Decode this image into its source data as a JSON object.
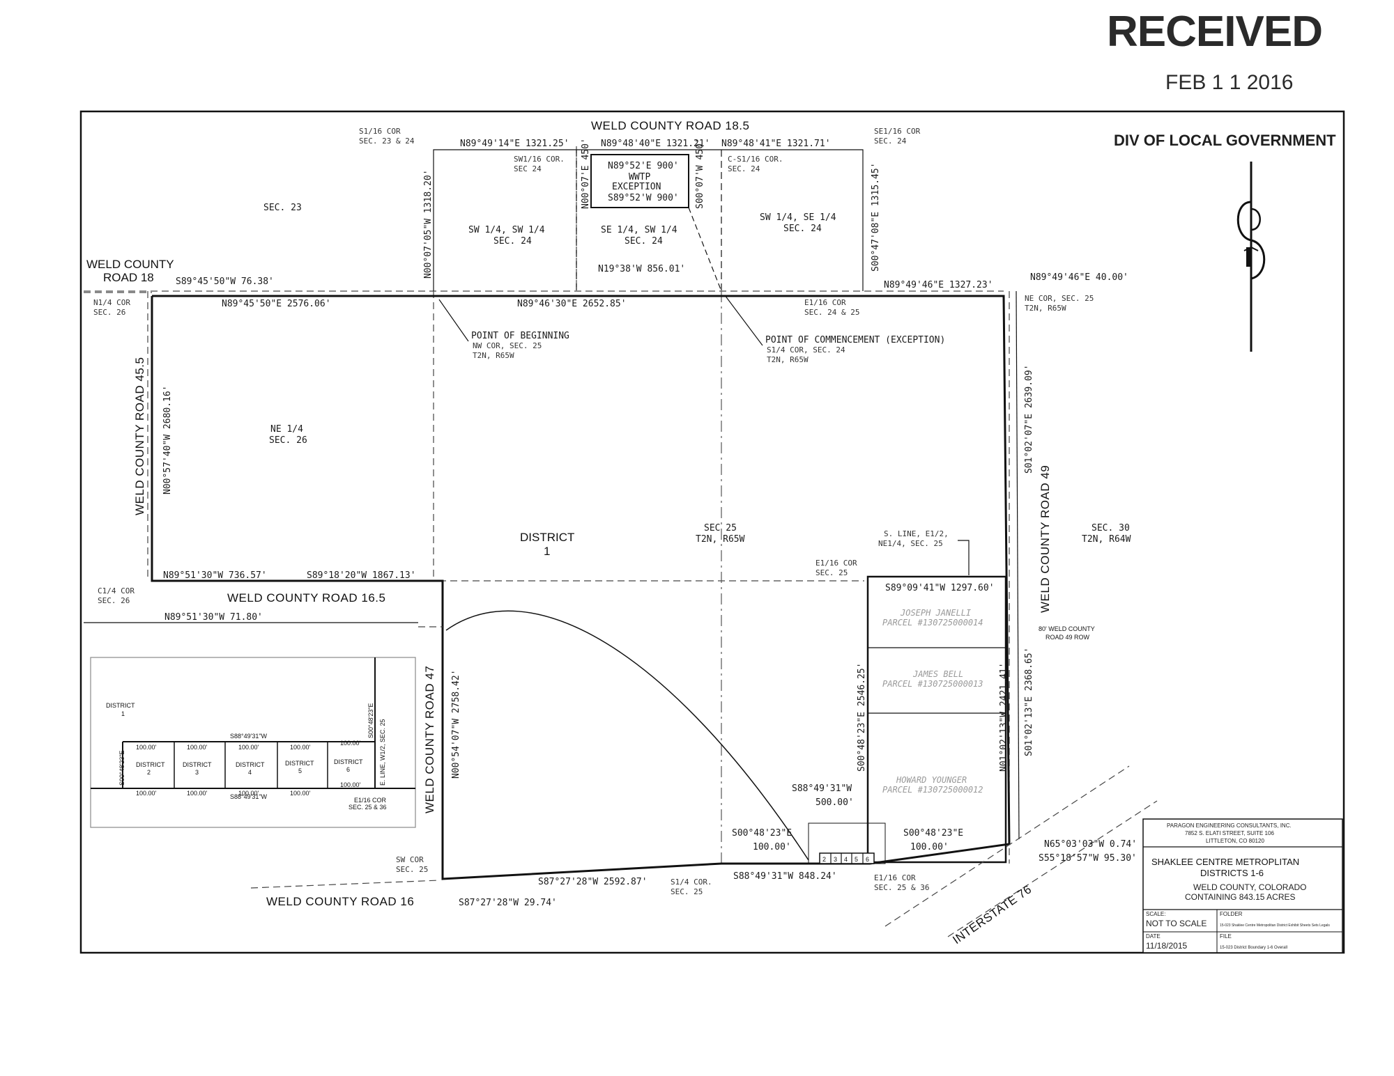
{
  "stamp": {
    "received": "RECEIVED",
    "date": "FEB 1 1 2016",
    "agency": "DIV OF LOCAL GOVERNMENT"
  },
  "roads": {
    "wcr_18_5": "WELD COUNTY ROAD 18.5",
    "wcr_18_line1": "WELD COUNTY",
    "wcr_18_line2": "ROAD 18",
    "wcr_45_5": "WELD COUNTY ROAD 45.5",
    "wcr_16_5": "WELD COUNTY ROAD 16.5",
    "wcr_47": "WELD COUNTY ROAD 47",
    "wcr_49": "WELD COUNTY ROAD 49",
    "wcr_16": "WELD COUNTY ROAD 16",
    "interstate": "INTERSTATE 76",
    "wcr_49_row_line1": "80' WELD COUNTY",
    "wcr_49_row_line2": "ROAD 49 ROW"
  },
  "corners": {
    "s116_l1": "S1/16 COR",
    "s116_l2": "SEC. 23 & 24",
    "se116_l1": "SE1/16 COR",
    "se116_l2": "SEC. 24",
    "sw116_l1": "SW1/16 COR.",
    "sw116_l2": "SEC 24",
    "cs116_l1": "C-S1/16 COR.",
    "cs116_l2": "SEC. 24",
    "n14_l1": "N1/4 COR",
    "n14_l2": "SEC. 26",
    "e116_top_l1": "E1/16 COR",
    "e116_top_l2": "SEC. 24 & 25",
    "ne25_l1": "NE COR, SEC. 25",
    "ne25_l2": "T2N, R65W",
    "pob": "POINT OF BEGINNING",
    "pob_l2": "NW COR, SEC. 25",
    "pob_l3": "T2N, R65W",
    "poc": "POINT OF COMMENCEMENT (EXCEPTION)",
    "poc_l2": "S1/4 COR, SEC. 24",
    "poc_l3": "T2N, R65W",
    "c14_l1": "C1/4 COR",
    "c14_l2": "SEC. 26",
    "e116_mid_l1": "E1/16 COR",
    "e116_mid_l2": "SEC. 25",
    "sline_l1": "S. LINE, E1/2,",
    "sline_l2": "NE1/4, SEC. 25",
    "swcor_l1": "SW COR",
    "swcor_l2": "SEC. 25",
    "s14_l1": "S1/4 COR.",
    "s14_l2": "SEC. 25",
    "e116_bot_l1": "E1/16 COR",
    "e116_bot_l2": "SEC. 25 & 36"
  },
  "sections": {
    "sec23": "SEC. 23",
    "sw_sw_l1": "SW 1/4, SW 1/4",
    "sw_sw_l2": "SEC. 24",
    "se_sw_l1": "SE 1/4, SW 1/4",
    "se_sw_l2": "SEC. 24",
    "sw_se_l1": "SW 1/4, SE 1/4",
    "sw_se_l2": "SEC. 24",
    "ne26_l1": "NE 1/4",
    "ne26_l2": "SEC. 26",
    "district1_l1": "DISTRICT",
    "district1_l2": "1",
    "sec25_l1": "SEC 25",
    "sec25_l2": "T2N, R65W",
    "sec30_l1": "SEC. 30",
    "sec30_l2": "T2N, R64W",
    "wwtp_l1": "N89°52'E 900'",
    "wwtp_l2": "WWTP",
    "wwtp_l3": "EXCEPTION",
    "wwtp_l4": "S89°52'W 900'"
  },
  "bearings": {
    "n1": "N89°49'14\"E 1321.25'",
    "n2": "N89°48'40\"E 1321.21'",
    "n3": "N89°48'41\"E 1321.71'",
    "e_w_top": "N00°07'05\"W 1318.20'",
    "wwtp_w": "N00°07'E 450'",
    "wwtp_e": "S00°07'W 450'",
    "e_top": "S00°47'08\"E 1315.45'",
    "n19": "N19°38'W 856.01'",
    "s89_76": "S89°45'50\"W 76.38'",
    "n89_2576": "N89°45'50\"E 2576.06'",
    "n89_2652": "N89°46'30\"E 2652.85'",
    "n89_1327": "N89°49'46\"E 1327.23'",
    "n89_40": "N89°49'46\"E 40.00'",
    "n00_2680": "N00°57'40\"W 2680.16'",
    "s01_2639": "S01°02'07\"E 2639.09'",
    "n89_736": "N89°51'30\"W 736.57'",
    "s89_1867": "S89°18'20\"W 1867.13'",
    "n89_71": "N89°51'30\"W 71.80'",
    "s89_1297": "S89°09'41\"W 1297.60'",
    "n00_2758": "N00°54'07\"W 2758.42'",
    "s00_2546": "S00°48'23\"E 2546.25'",
    "n01_2421": "N01°02'13\"W 2421.41'",
    "s01_2368": "S01°02'13\"E 2368.65'",
    "s88_500_l1": "S88°49'31\"W",
    "s88_500_l2": "500.00'",
    "s00_100a_l1": "S00°48'23\"E",
    "s00_100a_l2": "100.00'",
    "s00_100b_l1": "S00°48'23\"E",
    "s00_100b_l2": "100.00'",
    "n65": "N65°03'03\"W 0.74'",
    "s55": "S55°18'57\"W 95.30'",
    "s87_2592": "S87°27'28\"W 2592.87'",
    "s88_848": "S88°49'31\"W 848.24'",
    "s87_29": "S87°27'28\"W 29.74'"
  },
  "parcels": {
    "p1_l1": "JOSEPH JANELLI",
    "p1_l2": "PARCEL #130725000014",
    "p2_l1": "JAMES BELL",
    "p2_l2": "PARCEL #130725000013",
    "p3_l1": "HOWARD YOUNGER",
    "p3_l2": "PARCEL #130725000012"
  },
  "inset": {
    "district1_l1": "DISTRICT",
    "district1_l2": "1",
    "d2_l1": "DISTRICT",
    "d2_l2": "2",
    "d3_l1": "DISTRICT",
    "d3_l2": "3",
    "d4_l1": "DISTRICT",
    "d4_l2": "4",
    "d5_l1": "DISTRICT",
    "d5_l2": "5",
    "d6_l1": "DISTRICT",
    "d6_l2": "6",
    "top_bearing": "S88°49'31\"W",
    "bot_bearing": "S88°49'31\"W",
    "dim100": "100.00'",
    "left_bearing": "S00°48'23\"E",
    "right_line": "E. LINE, W1/2, SEC. 25",
    "right_bearing": "S00°48'23\"E",
    "corner_l1": "E1/16 COR",
    "corner_l2": "SEC. 25 & 36"
  },
  "small_districts": [
    "2",
    "3",
    "4",
    "5",
    "6"
  ],
  "title_block": {
    "firm_l1": "PARAGON ENGINEERING CONSULTANTS, INC.",
    "firm_l2": "7852 S. ELATI STREET, SUITE 106",
    "firm_l3": "LITTLETON, CO 80120",
    "title_l1": "SHAKLEE CENTRE METROPLITAN",
    "title_l2": "DISTRICTS 1-6",
    "title_l3": "WELD COUNTY, COLORADO",
    "title_l4": "CONTAINING 843.15 ACRES",
    "scale_label": "SCALE:",
    "scale_value": "NOT TO SCALE",
    "folder_label": "FOLDER",
    "folder_value": "15-023 Shaklee Centre Metropolitan District Exhibit Sheets Sets Legals",
    "date_label": "DATE",
    "date_value": "11/18/2015",
    "file_label": "FILE",
    "file_value": "15-023 District Boundary 1-6 Overall"
  }
}
